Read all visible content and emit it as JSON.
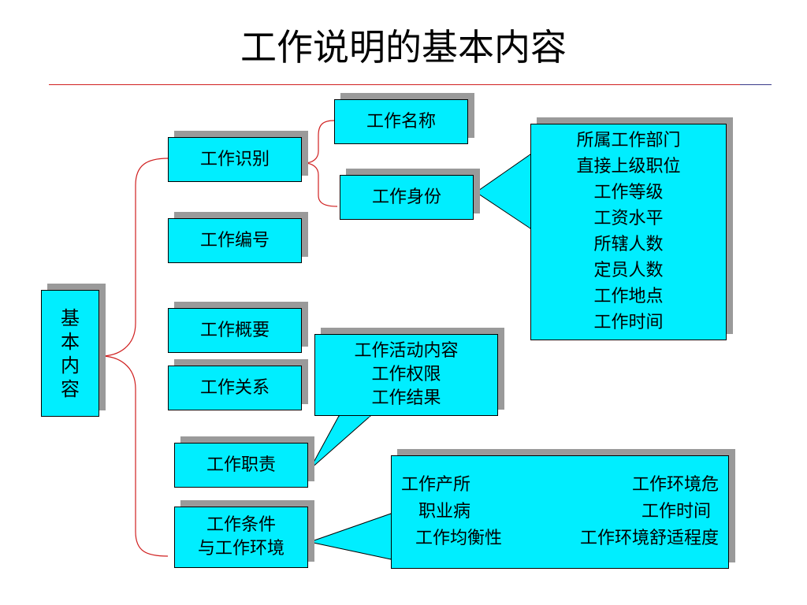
{
  "title": "工作说明的基本内容",
  "root": {
    "chars": [
      "基",
      "本",
      "内",
      "容"
    ]
  },
  "nodes": {
    "identification": "工作识别",
    "job_name": "工作名称",
    "job_identity": "工作身份",
    "job_number": "工作编号",
    "job_overview": "工作概要",
    "job_relations": "工作关系",
    "job_duties": "工作职责",
    "job_conditions_line1": "工作条件",
    "job_conditions_line2": "与工作环境"
  },
  "identity_callout": {
    "items": [
      "所属工作部门",
      "直接上级职位",
      "工作等级",
      "工资水平",
      "所辖人数",
      "定员人数",
      "工作地点",
      "工作时间"
    ]
  },
  "duties_callout": {
    "items": [
      "工作活动内容",
      "工作权限",
      "工作结果"
    ]
  },
  "conditions_callout": {
    "left": [
      "工作产所",
      "职业病",
      "工作均衡性"
    ],
    "right": [
      "工作环境危",
      "工作时间",
      "工作环境舒适程度"
    ]
  },
  "colors": {
    "box_fill": "#00eeff",
    "shadow": "#9a9a9a",
    "connector": "#d02020",
    "rule": "#d02020"
  }
}
